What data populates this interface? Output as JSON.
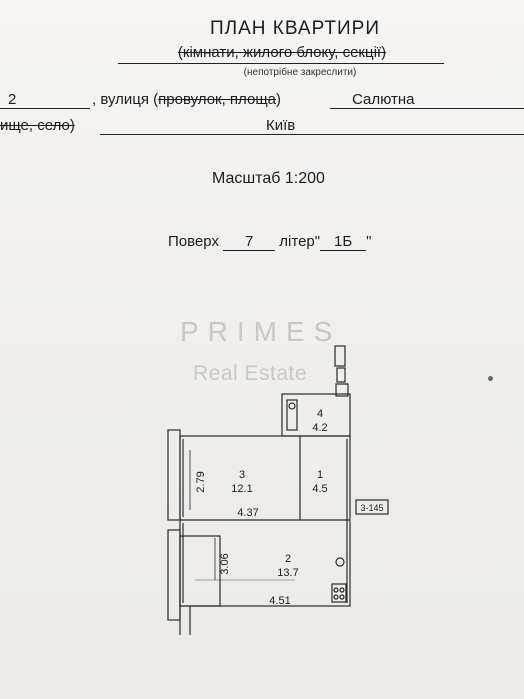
{
  "header": {
    "title": "ПЛАН КВАРТИРИ",
    "subtitle_struck": "(кімнати, жилого блоку, секції)",
    "note": "(непотрібне закреслити)"
  },
  "address": {
    "number": "2",
    "street_label": ", вулиця (",
    "street_struck": "провулок, площа",
    "street_close": ")",
    "street_name": "Салютна",
    "settlement_struck": "ище, село)",
    "city": "Київ"
  },
  "scale": {
    "label": "Масштаб 1:200"
  },
  "floor": {
    "floor_label": "Поверх",
    "floor_value": "7",
    "liter_label": "літер",
    "liter_open": "\"",
    "liter_value": "1Б",
    "liter_close": "\""
  },
  "watermark": {
    "line1": "PRIMES",
    "line2": "Real Estate"
  },
  "plan": {
    "rooms": [
      {
        "number": "4",
        "area": "4.2"
      },
      {
        "number": "3",
        "area": "12.1"
      },
      {
        "number": "1",
        "area": "4.5"
      },
      {
        "number": "2",
        "area": "13.7"
      }
    ],
    "dimensions": {
      "room3_height": "2.79",
      "room3_width": "4.37",
      "room2_height": "3.06",
      "room2_width": "4.51"
    },
    "tag": "3-145"
  },
  "colors": {
    "ink": "#1d1d1d",
    "paper": "#f4f3f1",
    "watermark": "#c9c8c6"
  }
}
